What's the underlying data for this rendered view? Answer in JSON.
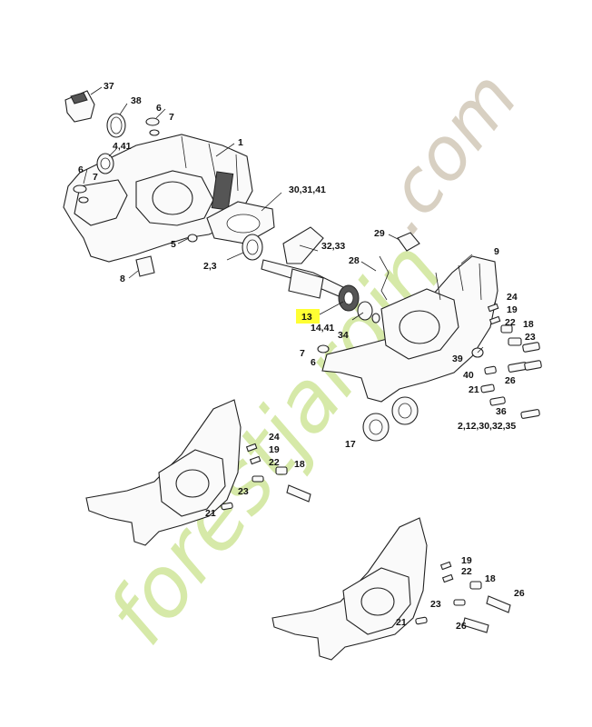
{
  "watermark": {
    "main": "forestjardin",
    "suffix": ".com",
    "color_main": "#d6e9a8",
    "color_suffix": "#d8d0c2"
  },
  "highlight_color": "#ffff33",
  "callouts": {
    "c37": "37",
    "c38": "38",
    "c6a": "6",
    "c7a": "7",
    "c1": "1",
    "c4_41": "4,41",
    "c6b": "6",
    "c7b": "7",
    "c30_31_41": "30,31,41",
    "c5": "5",
    "c32_33": "32,33",
    "c2_3": "2,3",
    "c8": "8",
    "c29": "29",
    "c9": "9",
    "c28": "28",
    "c13": "13",
    "c14_41": "14,41",
    "c34": "34",
    "c7c": "7",
    "c6c": "6",
    "c24a": "24",
    "c19a": "19",
    "c22a": "22",
    "c18a": "18",
    "c23a": "23",
    "c39": "39",
    "c40": "40",
    "c26a": "26",
    "c21a": "21",
    "c36": "36",
    "c2_12_30_32_35": "2,12,30,32,35",
    "c17": "17",
    "c24b": "24",
    "c19b": "19",
    "c22b": "22",
    "c18b": "18",
    "c23b": "23",
    "c21b": "21",
    "c19c": "19",
    "c22c": "22",
    "c18c": "18",
    "c26b": "26",
    "c23c": "23",
    "c21c": "21",
    "c26c": "26"
  }
}
